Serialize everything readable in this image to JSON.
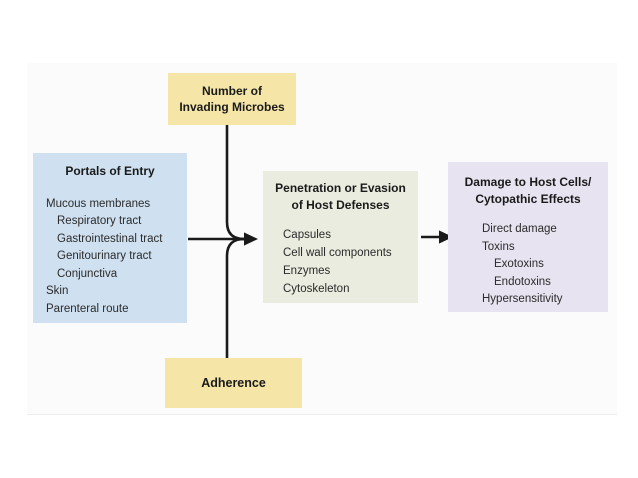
{
  "page": {
    "background_color": "#ffffff",
    "slide_background_color": "#fbfbfb"
  },
  "diagram": {
    "line_color": "#1a1a1a",
    "top_box": {
      "title": "Number of\nInvading Microbes",
      "color": "#f5e6a7"
    },
    "left_box": {
      "title": "Portals of Entry",
      "color": "#cfe0f0",
      "items": [
        {
          "label": "Mucous membranes",
          "indent": 0
        },
        {
          "label": "Respiratory tract",
          "indent": 1
        },
        {
          "label": "Gastrointestinal tract",
          "indent": 1
        },
        {
          "label": "Genitourinary tract",
          "indent": 1
        },
        {
          "label": "Conjunctiva",
          "indent": 1
        },
        {
          "label": "Skin",
          "indent": 0
        },
        {
          "label": "Parenteral route",
          "indent": 0
        }
      ]
    },
    "center_box": {
      "title": "Penetration or Evasion\nof Host Defenses",
      "color": "#e9ecdf",
      "items": [
        {
          "label": "Capsules",
          "indent": 0
        },
        {
          "label": "Cell wall components",
          "indent": 0
        },
        {
          "label": "Enzymes",
          "indent": 0
        },
        {
          "label": "Cytoskeleton",
          "indent": 0
        }
      ]
    },
    "right_box": {
      "title": "Damage to Host Cells/\nCytopathic Effects",
      "color": "#e7e3f0",
      "items": [
        {
          "label": "Direct damage",
          "indent": 0
        },
        {
          "label": "Toxins",
          "indent": 0
        },
        {
          "label": "Exotoxins",
          "indent": 1
        },
        {
          "label": "Endotoxins",
          "indent": 1
        },
        {
          "label": "Hypersensitivity",
          "indent": 0
        }
      ]
    },
    "bottom_box": {
      "title": "Adherence",
      "color": "#f5e6a7"
    }
  }
}
